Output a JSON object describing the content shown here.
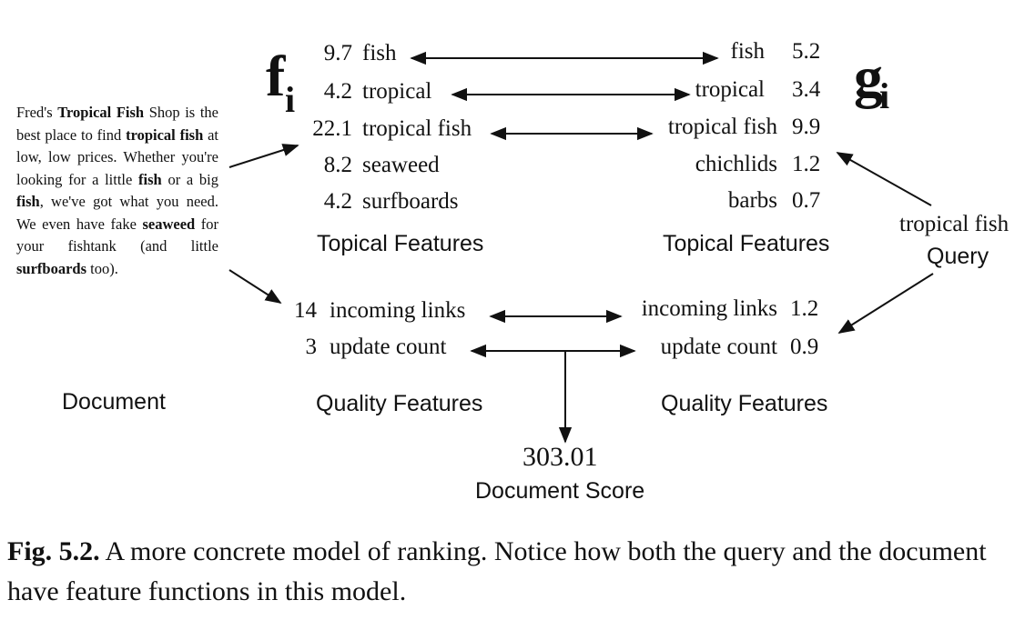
{
  "symbols": {
    "f": "f",
    "f_sub": "i",
    "g": "g",
    "g_sub": "i"
  },
  "document": {
    "label": "Document",
    "text_parts": [
      {
        "t": "Fred's ",
        "b": false
      },
      {
        "t": "Tropical Fish",
        "b": true
      },
      {
        "t": " Shop is the best place to find ",
        "b": false
      },
      {
        "t": "tropical fish",
        "b": true
      },
      {
        "t": " at low, low prices. Whether you're looking for a little ",
        "b": false
      },
      {
        "t": "fish",
        "b": true
      },
      {
        "t": " or a big ",
        "b": false
      },
      {
        "t": "fish",
        "b": true
      },
      {
        "t": ", we've got what you need. We even have fake ",
        "b": false
      },
      {
        "t": "seaweed",
        "b": true
      },
      {
        "t": " for your fishtank (and little ",
        "b": false
      },
      {
        "t": "surfboards",
        "b": true
      },
      {
        "t": " too).",
        "b": false
      }
    ]
  },
  "doc_topical": [
    {
      "value": "9.7",
      "term": "fish"
    },
    {
      "value": "4.2",
      "term": "tropical"
    },
    {
      "value": "22.1",
      "term": "tropical fish"
    },
    {
      "value": "8.2",
      "term": "seaweed"
    },
    {
      "value": "4.2",
      "term": "surfboards"
    }
  ],
  "query_topical": [
    {
      "term": "fish",
      "value": "5.2"
    },
    {
      "term": "tropical",
      "value": "3.4"
    },
    {
      "term": "tropical fish",
      "value": "9.9"
    },
    {
      "term": "chichlids",
      "value": "1.2"
    },
    {
      "term": "barbs",
      "value": "0.7"
    }
  ],
  "doc_quality": [
    {
      "value": "14",
      "term": "incoming links"
    },
    {
      "value": "3",
      "term": "update count"
    }
  ],
  "query_quality": [
    {
      "term": "incoming links",
      "value": "1.2"
    },
    {
      "term": "update count",
      "value": "0.9"
    }
  ],
  "labels": {
    "topical_left": "Topical Features",
    "topical_right": "Topical Features",
    "quality_left": "Quality Features",
    "quality_right": "Quality Features"
  },
  "query": {
    "text": "tropical fish",
    "label": "Query"
  },
  "score": {
    "value": "303.01",
    "label": "Document Score"
  },
  "caption": {
    "prefix": "Fig. 5.2.",
    "text": " A more concrete model of ranking. Notice how both the query and the document have feature functions in this model."
  }
}
